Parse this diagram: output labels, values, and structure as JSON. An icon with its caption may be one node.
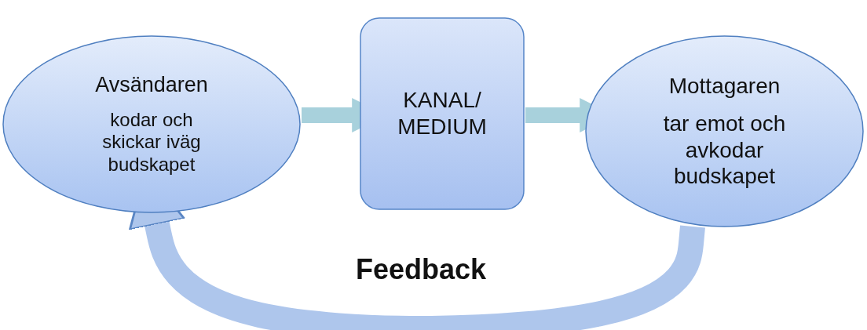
{
  "diagram": {
    "nodes": [
      {
        "text": [
          "Avsändaren",
          "kodar och skickar iväg budskapet"
        ]
      },
      {
        "text": [
          "KANAL/ MEDIUM"
        ]
      },
      {
        "text": [
          "Mottagaren",
          "tar emot och avkodar budskapet"
        ]
      }
    ],
    "edges": [
      {
        "from": 0,
        "to": 1,
        "arrow": "to"
      },
      {
        "from": 1,
        "to": 2,
        "arrow": "to"
      },
      {
        "from": 2,
        "to": 0,
        "arrow": "to",
        "label": "Feedback",
        "color": "#aec6ec"
      }
    ]
  }
}
